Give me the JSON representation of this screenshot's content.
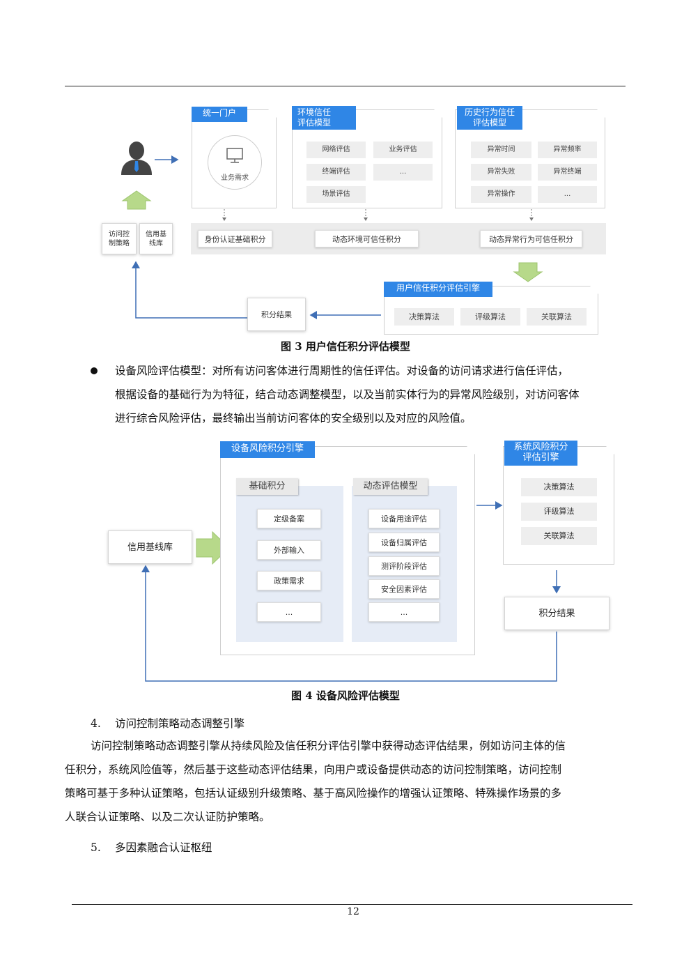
{
  "fig3": {
    "portal_tag": "统一门户",
    "business_need": "业务需求",
    "env_tag": "环境信任\n评估模型",
    "env_items": [
      "网络评估",
      "业务评估",
      "终端评估",
      "...",
      "场景评估"
    ],
    "hist_tag": "历史行为信任\n评估模型",
    "hist_items": [
      "异常时间",
      "异常频率",
      "异常失败",
      "异常终端",
      "异常操作",
      "..."
    ],
    "access_policy": "访问控\n制策略",
    "credit_baseline": "信用基\n线库",
    "score_identity": "身份认证基础积分",
    "score_env": "动态环境可信任积分",
    "score_behavior": "动态异常行为可信任积分",
    "engine_tag": "用户信任积分评估引擎",
    "algos": [
      "决策算法",
      "评级算法",
      "关联算法"
    ],
    "result": "积分结果",
    "caption": "图 3  用户信任积分评估模型"
  },
  "bullet_text": "设备风险评估模型：对所有访问客体进行周期性的信任评估。对设备的访问请求进行信任评估，根据设备的基础行为为特征，结合动态调整模型，以及当前实体行为的异常风险级别，对访问客体进行综合风险评估，最终输出当前访问客体的安全级别以及对应的风险值。",
  "bullet_lines": [
    "设备风险评估模型：对所有访问客体进行周期性的信任评估。对设备的访问请求进行信任评估，",
    "根据设备的基础行为为特征，结合动态调整模型，以及当前实体行为的异常风险级别，对访问客体",
    "进行综合风险评估，最终输出当前访问客体的安全级别以及对应的风险值。"
  ],
  "fig4": {
    "engine_tag": "设备风险积分引擎",
    "base_tag": "基础积分",
    "base_items": [
      "定级备案",
      "外部输入",
      "政策需求",
      "..."
    ],
    "dyn_tag": "动态评估模型",
    "dyn_items": [
      "设备用途评估",
      "设备归属评估",
      "测评阶段评估",
      "安全因素评估",
      "..."
    ],
    "credit_baseline": "信用基线库",
    "sys_tag": "系统风险积分\n评估引擎",
    "sys_algos": [
      "决策算法",
      "评级算法",
      "关联算法"
    ],
    "result": "积分结果",
    "caption": "图 4 设备风险评估模型"
  },
  "section4": {
    "heading_num": "4.",
    "heading": "访问控制策略动态调整引擎",
    "body_lines": [
      "访问控制策略动态调整引擎从持续风险及信任积分评估引擎中获得动态评估结果，例如访问主体的信",
      "任积分，系统风险值等，然后基于这些动态评估结果，向用户或设备提供动态的访问控制策略，访问控制",
      "策略可基于多种认证策略，包括认证级别升级策略、基于高风险操作的增强认证策略、特殊操作场景的多",
      "人联合认证策略、以及二次认证防护策略。"
    ]
  },
  "section5": {
    "heading_num": "5.",
    "heading": "多因素融合认证枢纽"
  },
  "page_number": "12",
  "colors": {
    "accent_blue": "#2f86e6",
    "arrow_blue": "#3f6fb5",
    "green_arrow": "#b7d98a"
  }
}
